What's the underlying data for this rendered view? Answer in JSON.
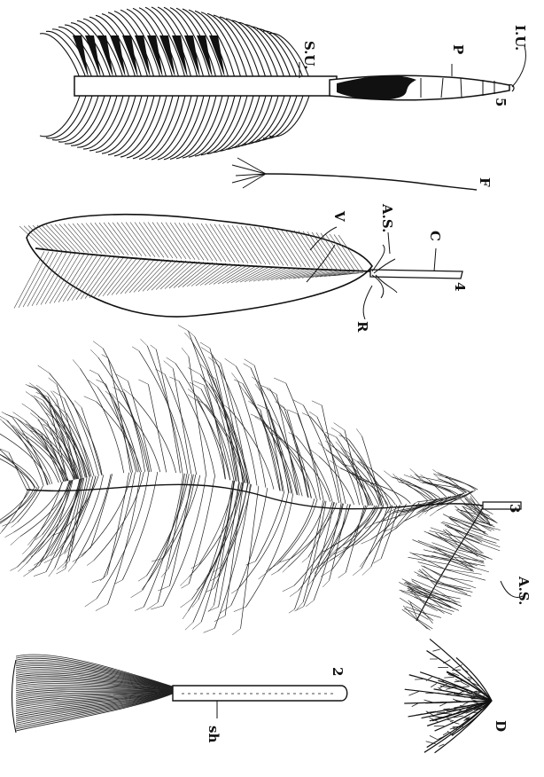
{
  "figures": [
    {
      "id": "fig1",
      "labels": {
        "su": "S.U.",
        "p": "P",
        "iu": "I.U.",
        "num": "5"
      }
    },
    {
      "id": "fig2",
      "labels": {
        "f": "F"
      }
    },
    {
      "id": "fig3",
      "labels": {
        "v": "V",
        "as": "A.S.",
        "c": "C",
        "r": "R",
        "num": "4"
      }
    },
    {
      "id": "fig4",
      "labels": {
        "num": "3",
        "as": "A.S."
      }
    },
    {
      "id": "fig5",
      "labels": {
        "sh": "sh",
        "num": "2"
      }
    },
    {
      "id": "fig6",
      "labels": {
        "d": "D"
      }
    }
  ],
  "colors": {
    "ink": "#111111",
    "paper": "#ffffff"
  }
}
